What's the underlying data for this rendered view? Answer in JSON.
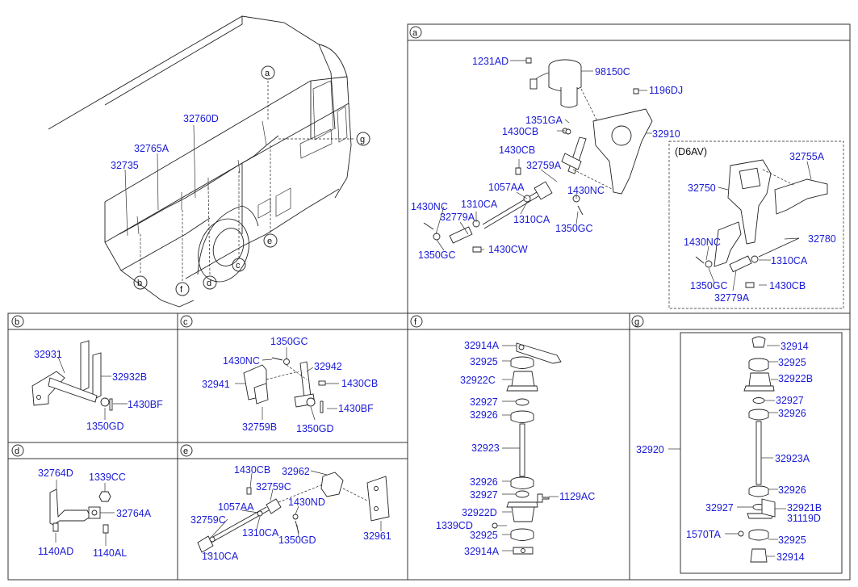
{
  "sections": {
    "main": {
      "labels": [
        "a",
        "b",
        "c",
        "d",
        "e",
        "f",
        "g"
      ],
      "parts": [
        "32760D",
        "32765A",
        "32735"
      ]
    },
    "a": {
      "tag": "a",
      "parts": [
        "1231AD",
        "98150C",
        "1196DJ",
        "1351GA",
        "1430CB",
        "32910",
        "1430CB",
        "32759A",
        "1057AA",
        "1430NC",
        "1430NC",
        "1310CA",
        "32779A",
        "1310CA",
        "1350GC",
        "1350GC",
        "1430CW"
      ],
      "subgroup": {
        "title": "(D6AV)",
        "parts": [
          "32755A",
          "32750",
          "32780",
          "1430NC",
          "1310CA",
          "1350GC",
          "1430CB",
          "32779A"
        ]
      }
    },
    "b": {
      "tag": "b",
      "parts": [
        "32931",
        "32932B",
        "1430BF",
        "1350GD"
      ]
    },
    "c": {
      "tag": "c",
      "parts": [
        "1350GC",
        "1430NC",
        "32942",
        "1430CB",
        "32941",
        "1430BF",
        "32759B",
        "1350GD"
      ]
    },
    "d": {
      "tag": "d",
      "parts": [
        "32764D",
        "1339CC",
        "32764A",
        "1140AD",
        "1140AL"
      ]
    },
    "e": {
      "tag": "e",
      "parts": [
        "1430CB",
        "32962",
        "32759C",
        "1057AA",
        "1430ND",
        "32759C",
        "1310CA",
        "1350GD",
        "32961",
        "1310CA"
      ]
    },
    "f": {
      "tag": "f",
      "parts": [
        "32914A",
        "32925",
        "32922C",
        "32927",
        "32926",
        "32923",
        "32926",
        "32927",
        "1129AC",
        "32922D",
        "1339CD",
        "32925",
        "32914A"
      ]
    },
    "g": {
      "tag": "g",
      "parts": [
        "32914",
        "32925",
        "32922B",
        "32927",
        "32926",
        "32920",
        "32923A",
        "32926",
        "32927",
        "32921B",
        "31119D",
        "1570TA",
        "32925",
        "32914"
      ]
    }
  }
}
